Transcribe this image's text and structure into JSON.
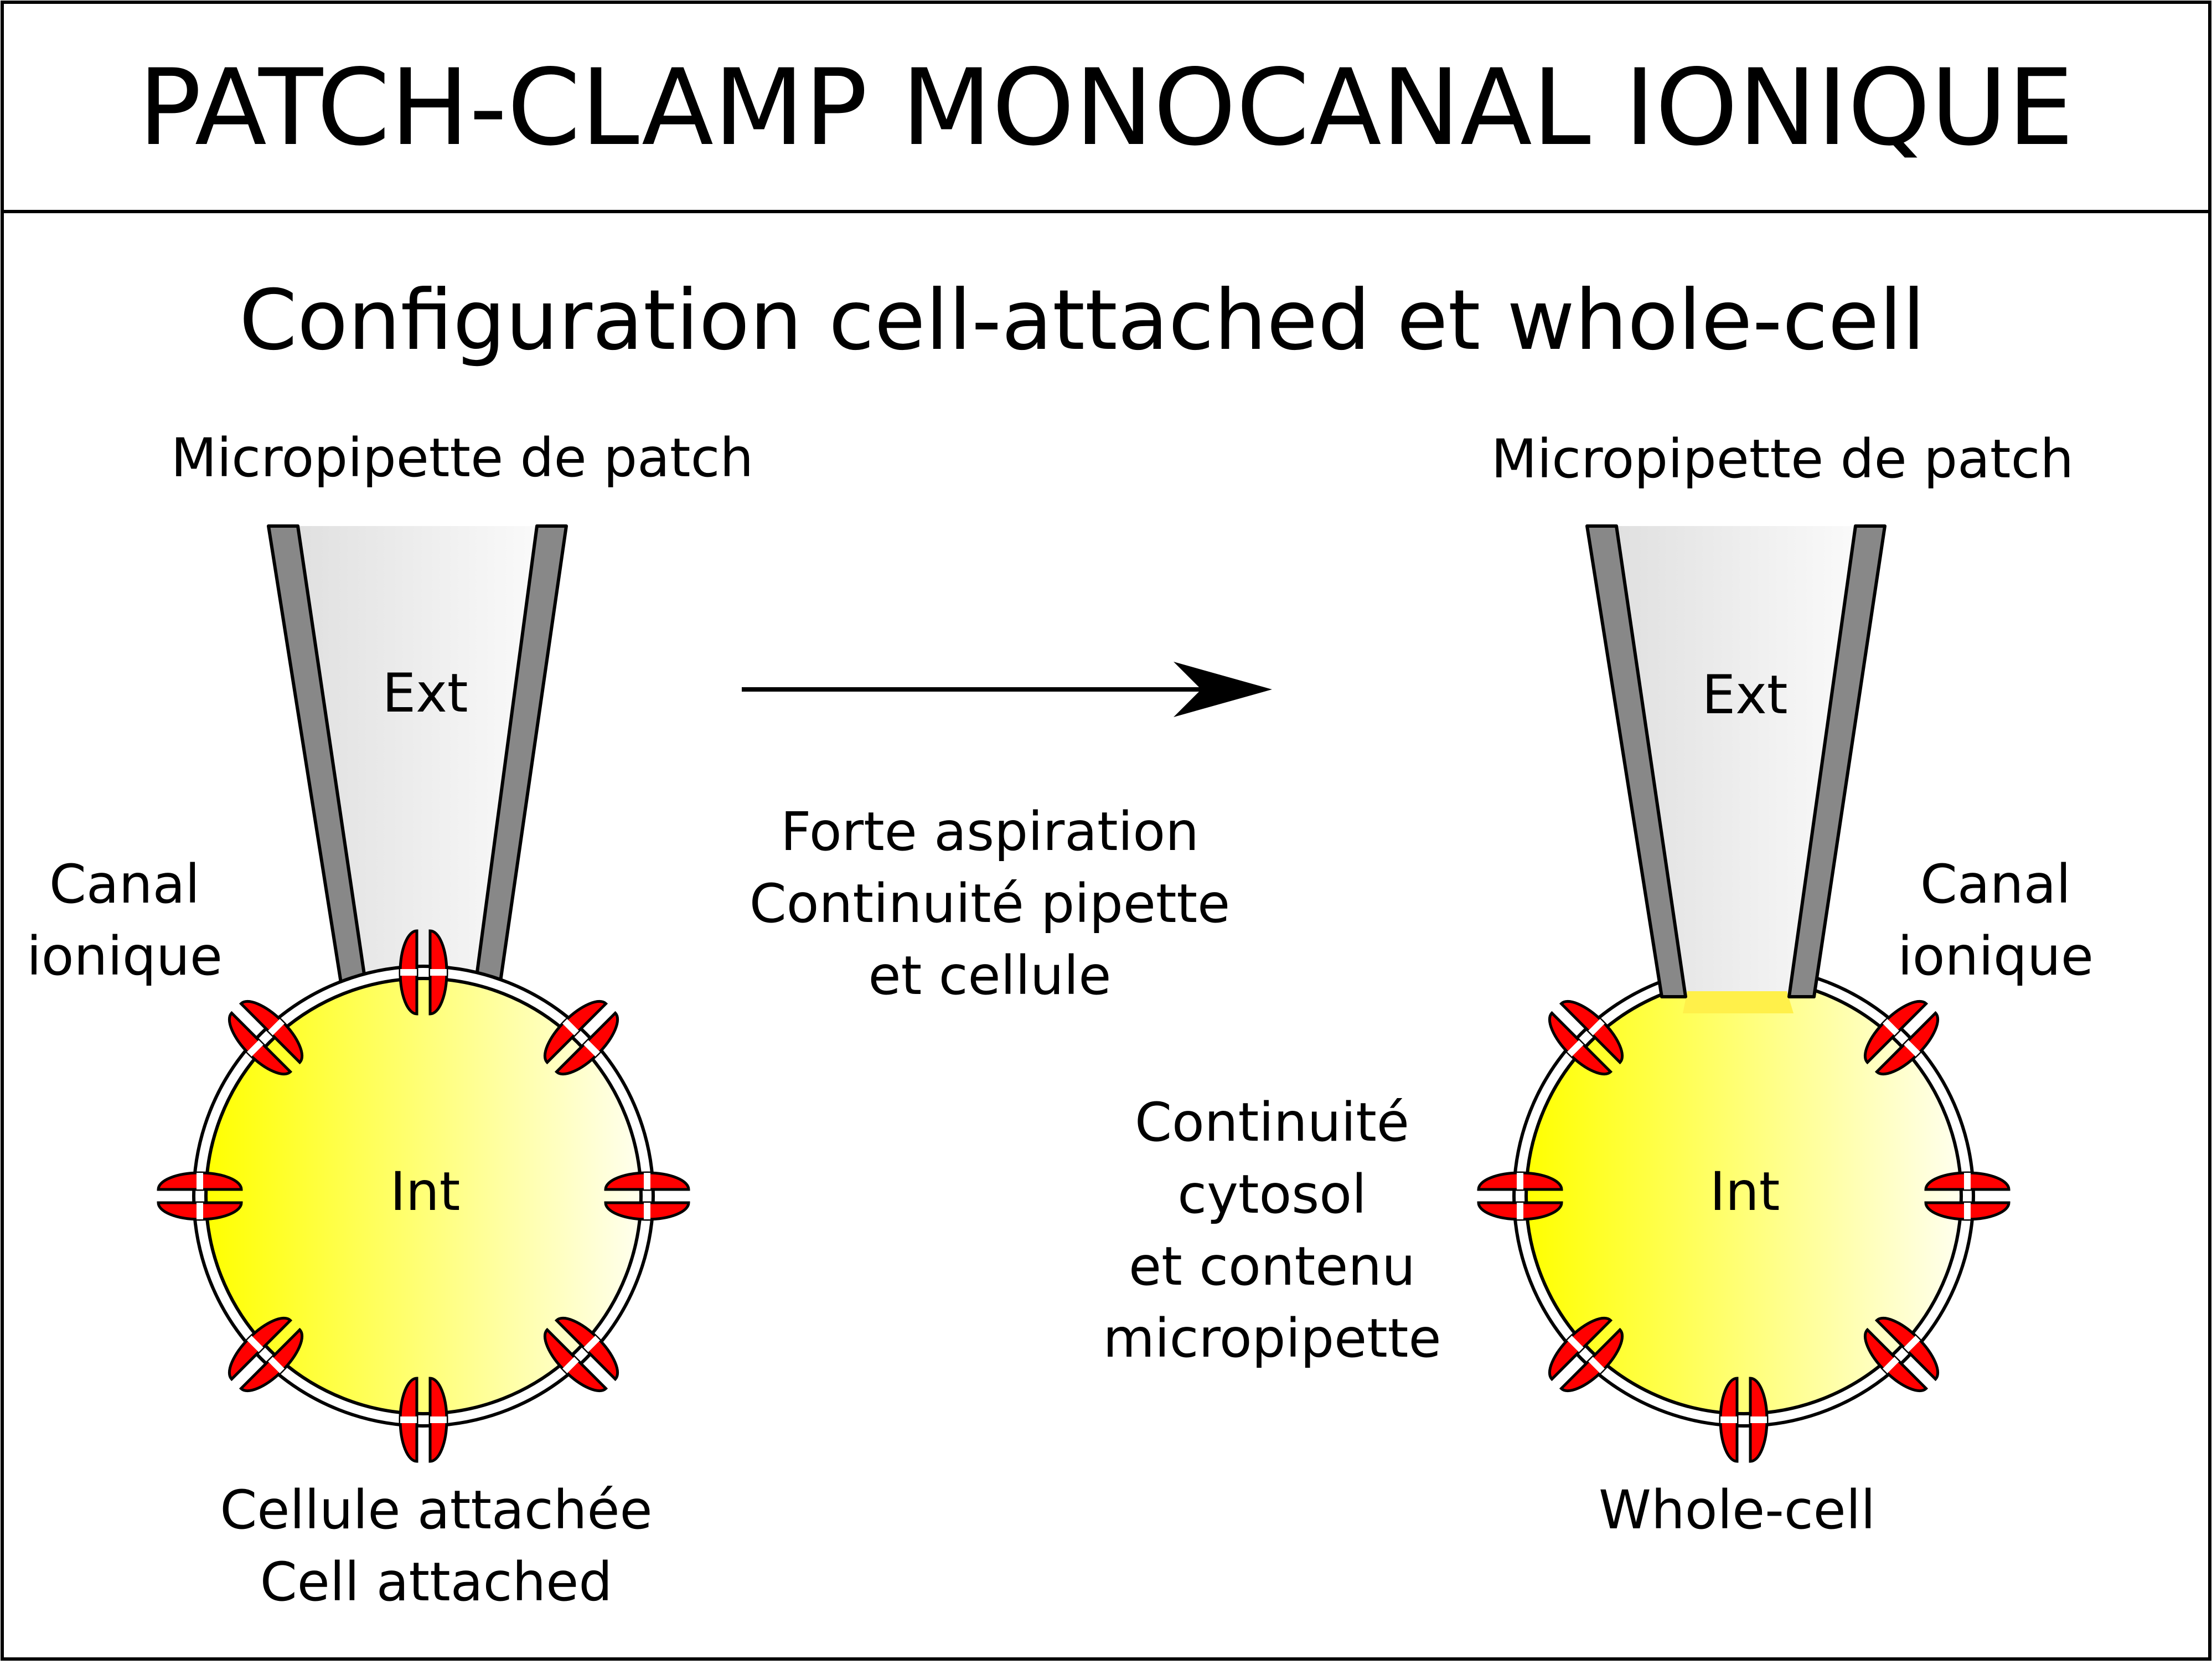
{
  "title": "PATCH-CLAMP MONOCANAL IONIQUE",
  "subtitle": "Configuration cell-attached et whole-cell",
  "left_panel": {
    "pipette_label": "Micropipette de patch",
    "pipette_inside": "Ext",
    "cell_inside": "Int",
    "channel_label_line1": "Canal",
    "channel_label_line2": "ionique",
    "caption_line1": "Cellule attachée",
    "caption_line2": "Cell attached"
  },
  "transition": {
    "line1": "Forte aspiration",
    "line2": "Continuité pipette",
    "line3": "et cellule"
  },
  "right_panel": {
    "pipette_label": "Micropipette de patch",
    "pipette_inside": "Ext",
    "cell_inside": "Int",
    "channel_label_line1": "Canal",
    "channel_label_line2": "ionique",
    "continuity_line1": "Continuité",
    "continuity_line2": "cytosol",
    "continuity_line3": "et contenu",
    "continuity_line4": "micropipette",
    "caption": "Whole-cell"
  },
  "colors": {
    "cell_fill_strong": "#ffff00",
    "cell_fill_light": "#ffffee",
    "channel": "#ff0000",
    "pipette_wall": "#888888",
    "pipette_interior": "#e6e6e6"
  }
}
